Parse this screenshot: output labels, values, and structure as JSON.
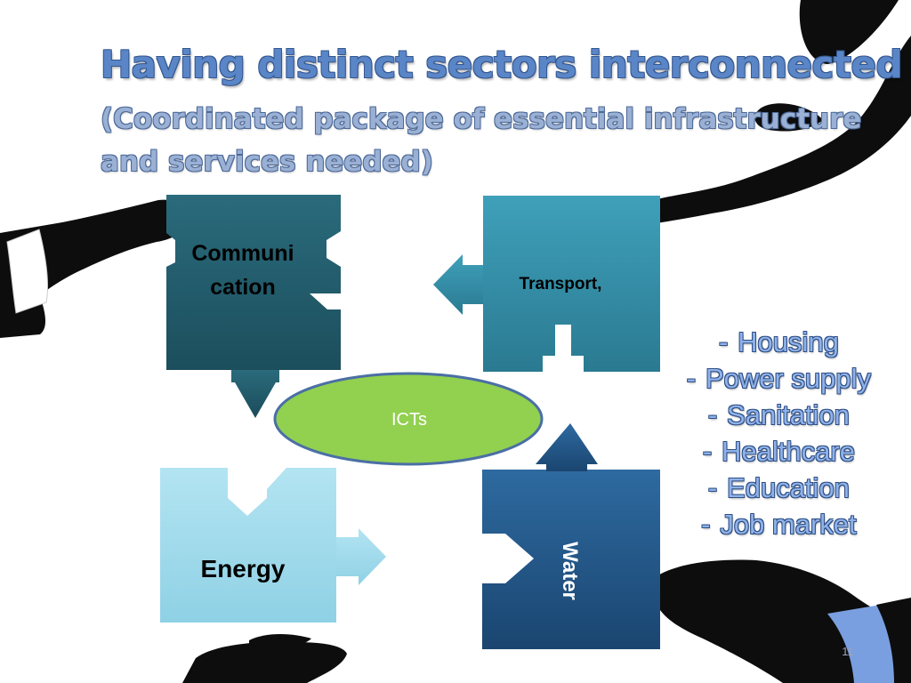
{
  "slide": {
    "title": "Having distinct sectors interconnected",
    "subtitle": "(Coordinated package of essential infrastructure and services needed)",
    "page_number": "11"
  },
  "diagram": {
    "blocks": {
      "communication": "Communi cation",
      "transport": "Transport,",
      "energy": "Energy",
      "water": "Water"
    },
    "center": "ICTs",
    "colors": {
      "communication": "#215968",
      "transport": "#31859c",
      "energy": "#a3dced",
      "water": "#1f4e79",
      "icts": "#92d050",
      "icts_border": "#4a6fa5"
    }
  },
  "services": [
    "Housing",
    "Power supply",
    "Sanitation",
    "Healthcare",
    "Education",
    "Job market"
  ]
}
